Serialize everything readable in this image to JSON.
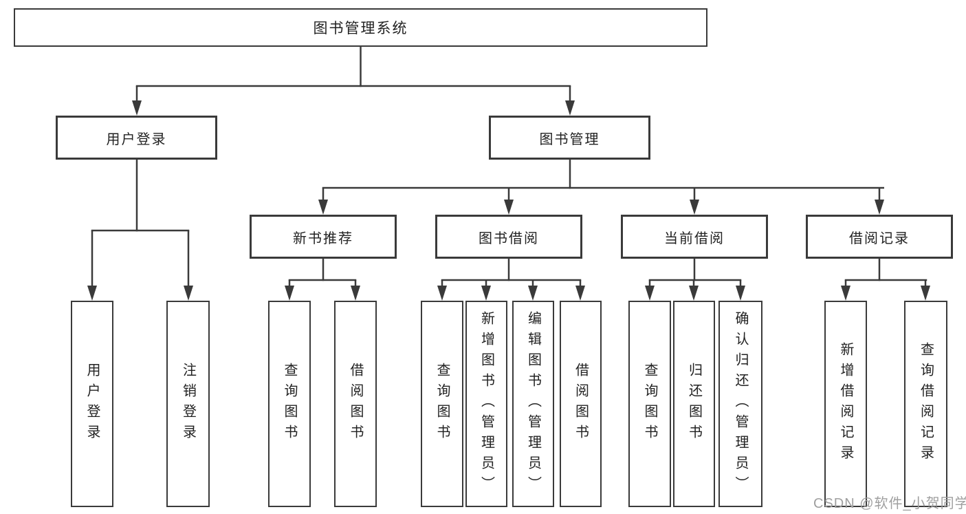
{
  "tree": {
    "root": "图书管理系统",
    "left_branch": {
      "label": "用户登录",
      "children": [
        "用户登录",
        "注销登录"
      ]
    },
    "right_branch": {
      "label": "图书管理",
      "sections": [
        {
          "label": "新书推荐",
          "children": [
            "查询图书",
            "借阅图书"
          ]
        },
        {
          "label": "图书借阅",
          "children": [
            "查询图书",
            "新增图书（管理员）",
            "编辑图书（管理员）",
            "借阅图书"
          ]
        },
        {
          "label": "当前借阅",
          "children": [
            "查询图书",
            "归还图书",
            "确认归还（管理员）"
          ]
        },
        {
          "label": "借阅记录",
          "children": [
            "新增借阅记录",
            "查询借阅记录"
          ]
        }
      ]
    }
  },
  "watermark": "CSDN @软件_小贺同学",
  "colors": {
    "line": "#3a3a3a",
    "text": "#222222",
    "background": "#ffffff",
    "watermark": "#9f9f9f"
  }
}
